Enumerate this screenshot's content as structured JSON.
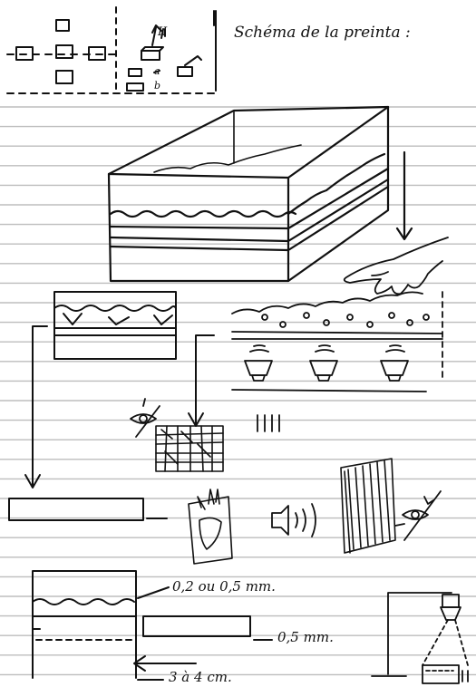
{
  "notes": {
    "title": "Schéma de la preinta :",
    "dim_thickness": "0,2 ou 0,5 mm.",
    "dim_layer": "0,5 mm.",
    "dim_width": "3 à 4 cm.",
    "mark_1": "II",
    "mark_2": "a",
    "mark_3": "b"
  },
  "colors": {
    "ink": "#111111",
    "ruling": "#bdbdbd",
    "paper": "#ffffff"
  },
  "icons": [
    "eye-icon",
    "hand-icon",
    "lamp-icon",
    "arrow-down-icon",
    "arrow-left-icon"
  ]
}
